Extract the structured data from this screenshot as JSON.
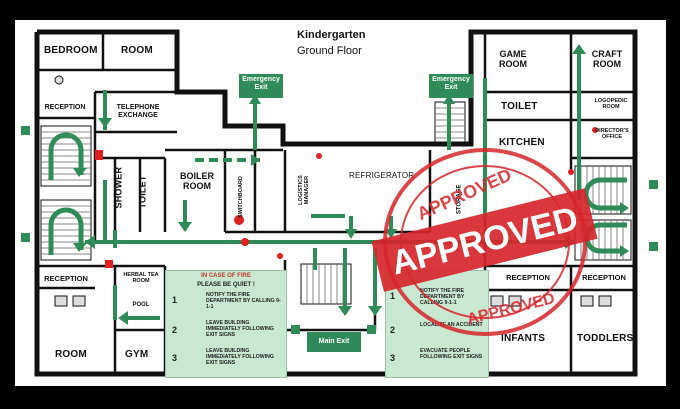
{
  "title": "Kindergarten",
  "subtitle": "Ground Floor",
  "rooms": {
    "bedroom": "BEDROOM",
    "room_top": "ROOM",
    "reception_left_top": "RECEPTION",
    "telephone_exchange": "TELEPHONE EXCHANGE",
    "shower": "SHOWER",
    "toilet_left": "TOILET",
    "boiler_room": "BOILER ROOM",
    "switchboard": "SWITCHBOARD",
    "logistics_manager": "LOGISTICS MANAGER",
    "refrigerator": "REFRIGERATOR",
    "storage": "STORAGE",
    "reception_left_bottom": "RECEPTION",
    "herbal_tea_room": "HERBAL TEA ROOM",
    "pool": "POOL",
    "room_bottom": "ROOM",
    "gym": "GYM",
    "game_room": "GAME ROOM",
    "craft_room": "CRAFT ROOM",
    "toilet_right": "TOILET",
    "logopedic_room": "LOGOPEDIC ROOM",
    "kitchen": "KITCHEN",
    "directors_office": "DIRECTOR'S OFFICE",
    "reception_right_1": "RECEPTION",
    "reception_right_2": "RECEPTION",
    "infants": "INFANTS",
    "toddlers": "TODDLERS"
  },
  "exits": {
    "emergency_left": "Emergency Exit",
    "emergency_right": "Emergency Exit",
    "main": "Main Exit"
  },
  "fire_panel_left": {
    "heading": "IN CASE OF FIRE",
    "subheading": "PLEASE BE QUIET !",
    "steps": [
      {
        "num": "1",
        "text": "NOTIFY THE FIRE DEPARTMENT BY CALLING 9-1-1"
      },
      {
        "num": "2",
        "text": "LEAVE BUILDING IMMEDIATELY FOLLOWING EXIT SIGNS"
      },
      {
        "num": "3",
        "text": "LEAVE BUILDING IMMEDIATELY FOLLOWING EXIT SIGNS"
      }
    ]
  },
  "fire_panel_right": {
    "steps": [
      {
        "num": "1",
        "text": "NOTIFY THE FIRE DEPARTMENT BY CALLING 9-1-1"
      },
      {
        "num": "2",
        "text": "LOCALIZE AN ACCIDENT"
      },
      {
        "num": "3",
        "text": "EVACUATE PEOPLE FOLLOWING EXIT SIGNS"
      }
    ]
  },
  "stamp": {
    "main": "APPROVED",
    "top_arc": "APPROVED",
    "bottom_arc": "APPROVED",
    "color": "#d6262b"
  },
  "colors": {
    "route_green": "#2f8b57",
    "panel_green": "#c9e8d1",
    "wall": "#111111",
    "fire_red": "#e02020"
  }
}
